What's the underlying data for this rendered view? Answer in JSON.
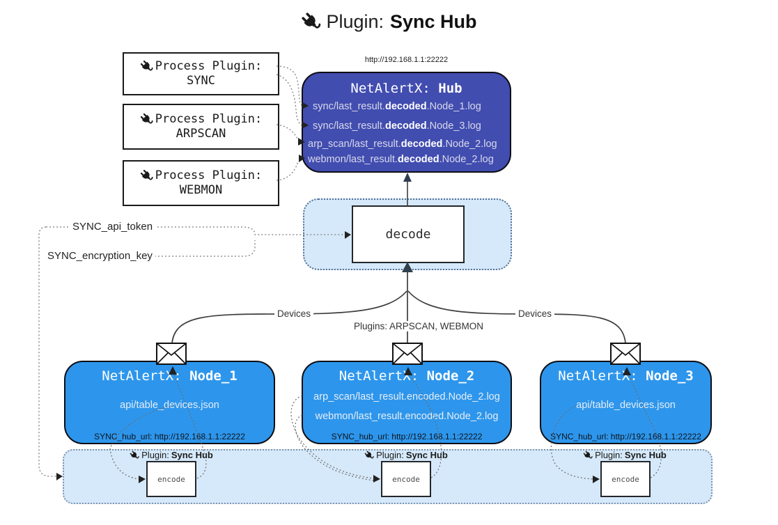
{
  "title": {
    "prefix": "Plugin:",
    "name": "Sync Hub"
  },
  "hub": {
    "url": "http://192.168.1.1:22222",
    "title_prefix": "NetAlertX:",
    "title_name": "Hub",
    "logs": [
      {
        "pre": "sync/last_result.",
        "bold": "decoded",
        "post": ".Node_1.log"
      },
      {
        "pre": "sync/last_result.",
        "bold": "decoded",
        "post": ".Node_3.log"
      },
      {
        "pre": "arp_scan/last_result.",
        "bold": "decoded",
        "post": ".Node_2.log"
      },
      {
        "pre": "webmon/last_result.",
        "bold": "decoded",
        "post": ".Node_2.log"
      }
    ]
  },
  "process_plugins": [
    {
      "line1": "Process Plugin:",
      "line2": "SYNC"
    },
    {
      "line1": "Process Plugin:",
      "line2": "ARPSCAN"
    },
    {
      "line1": "Process Plugin:",
      "line2": "WEBMON"
    }
  ],
  "settings": {
    "api_token": "SYNC_api_token",
    "encryption_key": "SYNC_encryption_key"
  },
  "decode": {
    "label": "decode"
  },
  "edges": {
    "left": "Devices",
    "center": "Plugins: ARPSCAN, WEBMON",
    "right": "Devices"
  },
  "nodes": [
    {
      "title_prefix": "NetAlertX:",
      "title_name": "Node_1",
      "files": [
        "api/table_devices.json"
      ],
      "hub_url": "SYNC_hub_url: http://192.168.1.1:22222"
    },
    {
      "title_prefix": "NetAlertX:",
      "title_name": "Node_2",
      "files": [
        "arp_scan/last_result.encoded.Node_2.log",
        "webmon/last_result.encoded.Node_2.log"
      ],
      "hub_url": "SYNC_hub_url: http://192.168.1.1:22222"
    },
    {
      "title_prefix": "NetAlertX:",
      "title_name": "Node_3",
      "files": [
        "api/table_devices.json"
      ],
      "hub_url": "SYNC_hub_url: http://192.168.1.1:22222"
    }
  ],
  "encode_plugins": [
    {
      "label_prefix": "Plugin:",
      "label_name": "Sync Hub",
      "box_label": "encode"
    },
    {
      "label_prefix": "Plugin:",
      "label_name": "Sync Hub",
      "box_label": "encode"
    },
    {
      "label_prefix": "Plugin:",
      "label_name": "Sync Hub",
      "box_label": "encode"
    }
  ],
  "icons": {
    "plug": "plug-icon",
    "envelope": "envelope-icon"
  },
  "colors": {
    "hub_fill": "#424DB0",
    "node_fill": "#2D96EC",
    "panel_fill": "#D6E9FA"
  }
}
